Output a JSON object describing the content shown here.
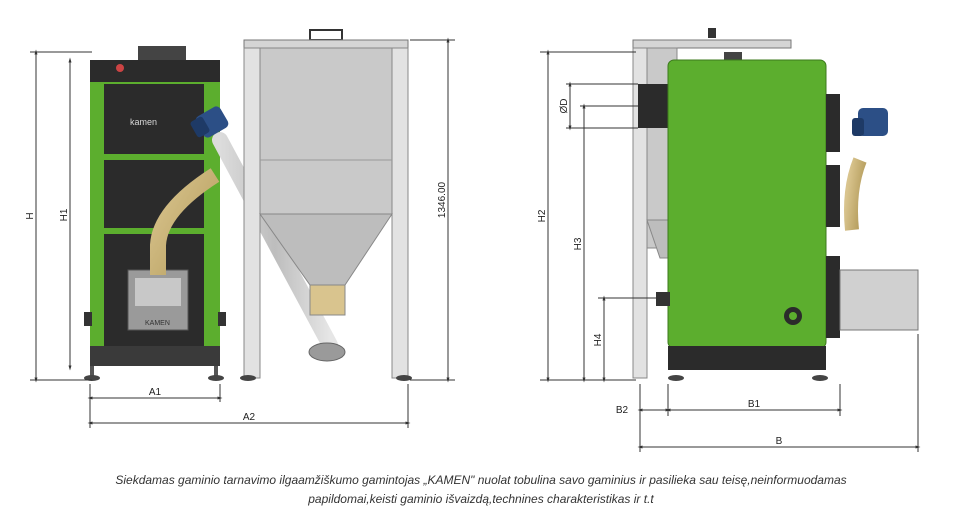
{
  "dimensions": {
    "h": "H",
    "h1": "H1",
    "a1": "A1",
    "a2": "A2",
    "hopper_height": "1346.00",
    "h2": "H2",
    "h3": "H3",
    "h4": "H4",
    "od": "ØD",
    "b": "B",
    "b1": "B1",
    "b2": "B2"
  },
  "labels": {
    "brand_front": "kamen",
    "brand_burner": "KAMEN"
  },
  "caption": {
    "line1": "Siekdamas gaminio tarnavimo ilgaamžiškumo gamintojas „KAMEN\" nuolat tobulina savo gaminius ir pasilieka sau teisę,neinformuodamas",
    "line2": "papildomai,keisti gaminio išvaizdą,technines charakteristikas ir t.t"
  },
  "colors": {
    "boiler_green": "#5cae2e",
    "boiler_dark": "#2b2b2b",
    "hopper_grey": "#c9c9c9",
    "auger_blue": "#2c4f86"
  }
}
